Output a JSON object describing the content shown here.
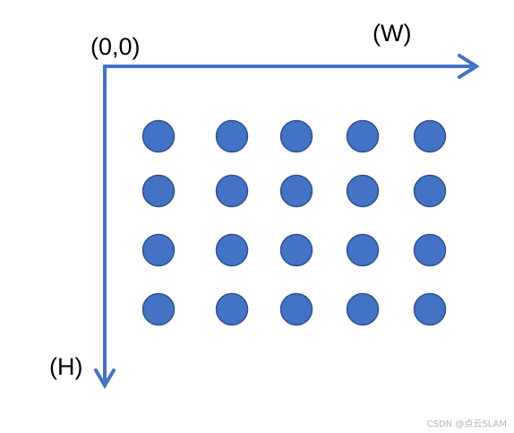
{
  "labels": {
    "origin": "(0,0)",
    "width_axis": "(W)",
    "height_axis": "(H)"
  },
  "grid": {
    "rows": 4,
    "columns": 5
  },
  "watermark": "CSDN @点云SLAM",
  "colors": {
    "axis": "#4472C4",
    "dot_fill": "#4472C4",
    "dot_stroke": "#2F528F",
    "text": "#000000",
    "watermark": "#B3B3B3"
  }
}
